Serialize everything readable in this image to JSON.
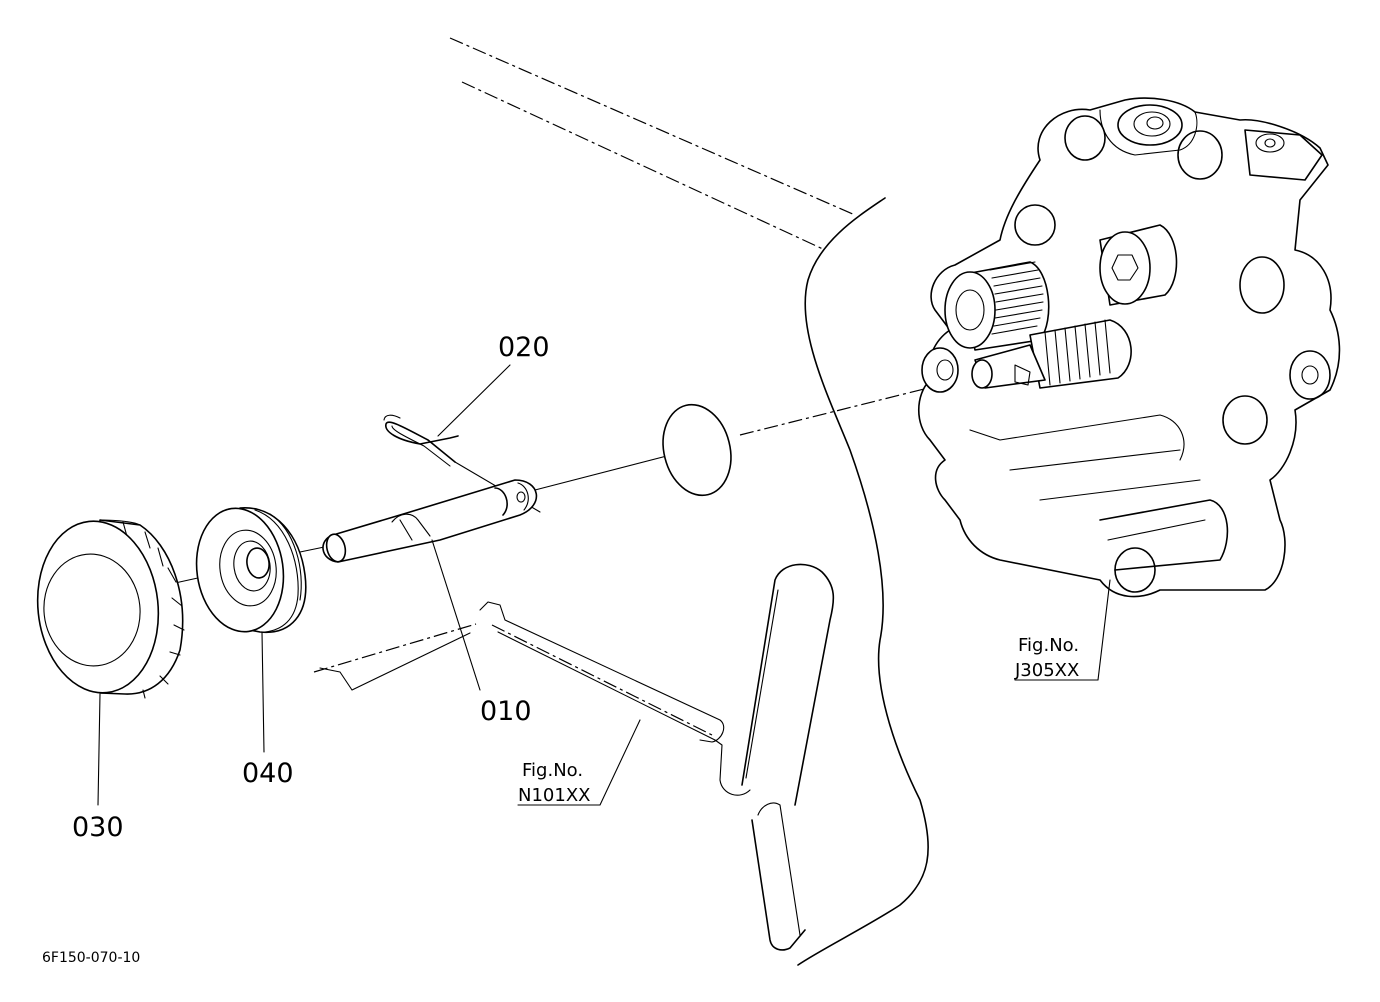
{
  "parts": [
    {
      "id": "010",
      "label": "010"
    },
    {
      "id": "020",
      "label": "020"
    },
    {
      "id": "030",
      "label": "030"
    },
    {
      "id": "040",
      "label": "040"
    }
  ],
  "references": [
    {
      "line1": "Fig.No.",
      "line2": "J305XX"
    },
    {
      "line1": "Fig.No.",
      "line2": "N101XX"
    }
  ],
  "drawing_code": "6F150-070-10"
}
